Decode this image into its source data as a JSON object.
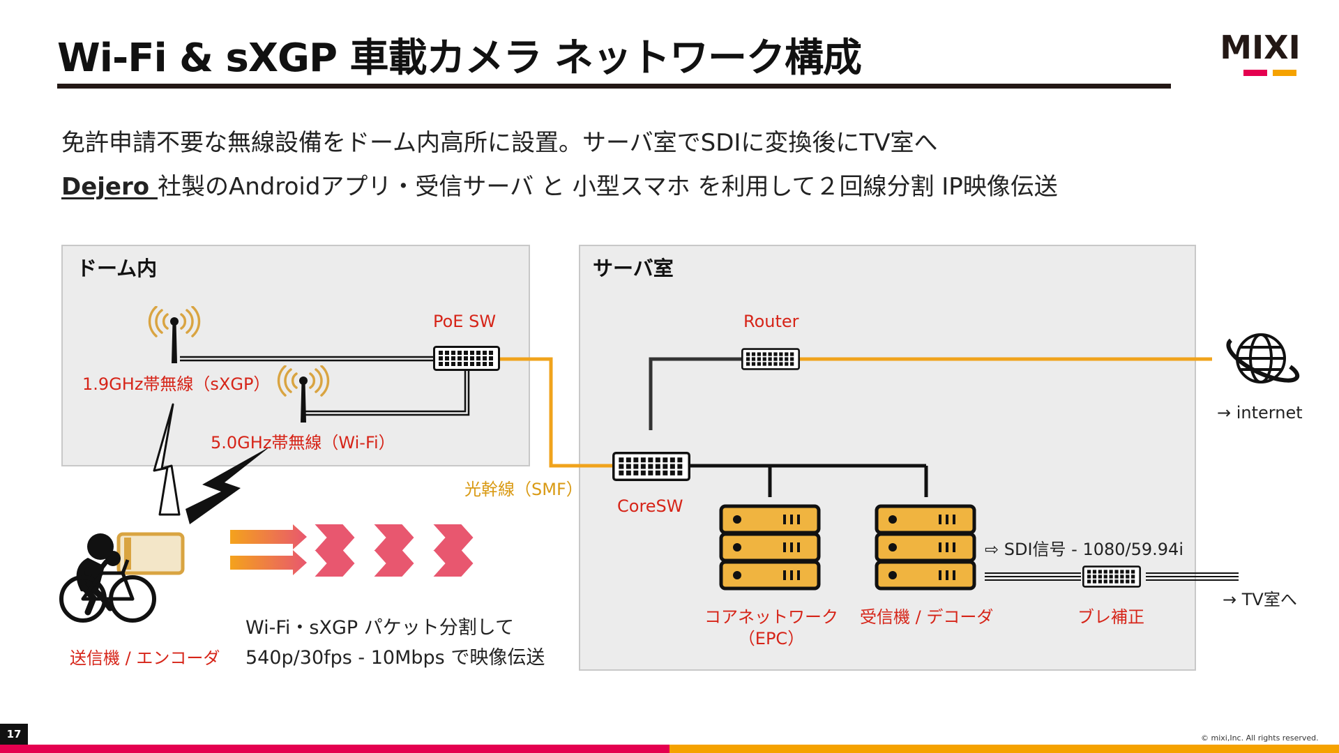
{
  "slide": {
    "title": "Wi-Fi & sXGP 車載カメラ ネットワーク構成",
    "logo_text": "MIXI",
    "subtitle_1": "免許申請不要な無線設備をドーム内高所に設置。サーバ室でSDIに変換後にTV室へ",
    "subtitle_2_link": "Dejero ",
    "subtitle_2_rest": "社製のAndroidアプリ・受信サーバ と 小型スマホ を利用して２回線分割 IP映像伝送",
    "page_number": "17",
    "copyright": "© mixi,Inc. All rights reserved."
  },
  "dome": {
    "title": "ドーム内",
    "poe_sw": "PoE SW",
    "antenna_sxgp": "1.9GHz帯無線（sXGP）",
    "antenna_wifi": "5.0GHz帯無線（Wi-Fi）"
  },
  "server": {
    "title": "サーバ室",
    "router": "Router",
    "core_sw": "CoreSW",
    "epc_line1": "コアネットワーク",
    "epc_line2": "（EPC）",
    "receiver": "受信機 / デコーダ",
    "stabilizer": "ブレ補正",
    "sdi": "⇨ SDI信号 - 1080/59.94i"
  },
  "outside": {
    "fiber": "光幹線（SMF）",
    "internet": "→ internet",
    "tv_room": "→ TV室へ",
    "transmitter": "送信機 / エンコーダ",
    "transmission_line1": "Wi-Fi・sXGP パケット分割して",
    "transmission_line2": "540p/30fps - 10Mbps で映像伝送"
  },
  "colors": {
    "accent_red": "#d62418",
    "fiber_gold": "#f0a31c",
    "server_fill": "#f0b440",
    "arrow_pink": "#e8576f",
    "brand_red": "#e4004f",
    "brand_gold": "#f5a200"
  }
}
